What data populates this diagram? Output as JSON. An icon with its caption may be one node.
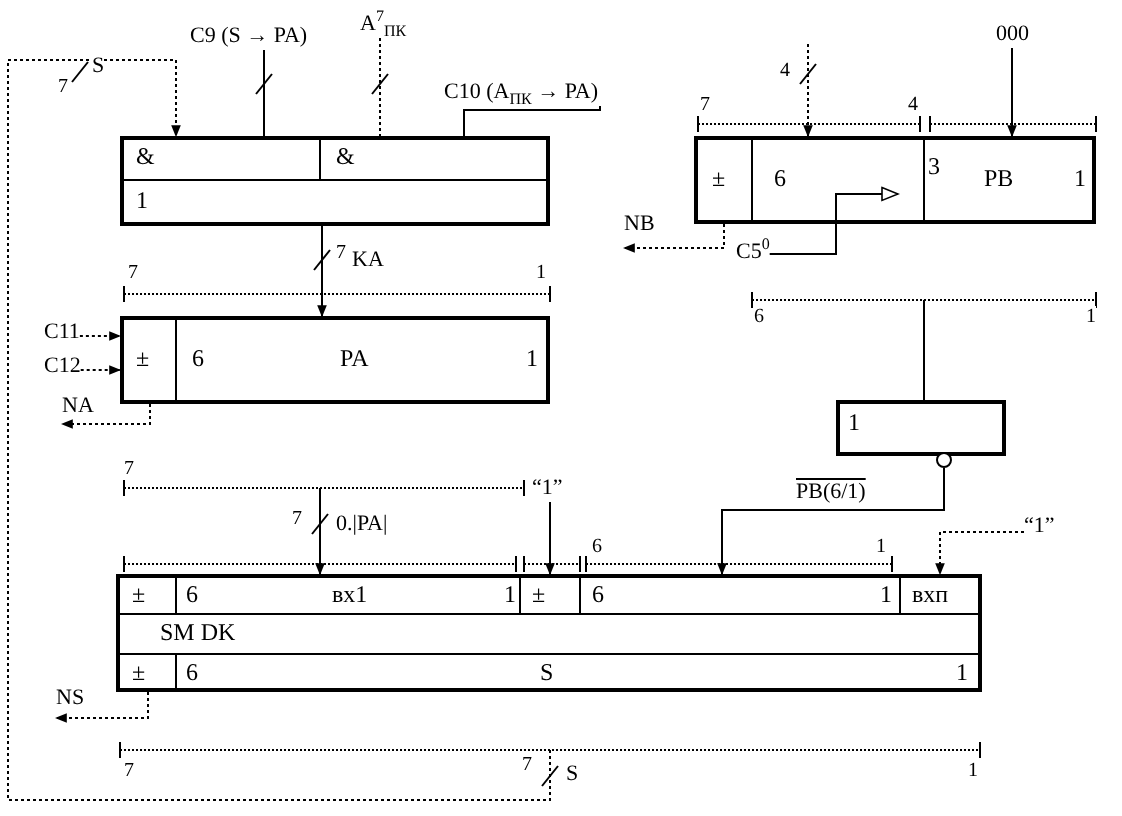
{
  "diagram": {
    "nodes": [
      {
        "text": [
          "&",
          "&",
          "1"
        ]
      },
      {
        "text": [
          "±",
          "6",
          "3",
          "PB",
          "1"
        ]
      },
      {
        "text": [
          "±",
          "6",
          "PA",
          "1"
        ]
      },
      {
        "text": [
          "1"
        ]
      },
      {
        "text": [
          "±",
          "6",
          "вх1",
          "1",
          "±",
          "6",
          "1",
          "вхп",
          "SM DK",
          "±",
          "6",
          "S",
          "1"
        ]
      },
      {
        "text": [
          "C9 (S → PA)"
        ]
      },
      {
        "text": [
          "A$^{7}$$_{ПК}$"
        ]
      },
      {
        "text": [
          "C10 (A$_{ПК}$ → PA)"
        ]
      },
      {
        "text": [
          "000"
        ]
      },
      {
        "text": [
          "C11"
        ]
      },
      {
        "text": [
          "C12"
        ]
      },
      {
        "text": [
          "NA"
        ]
      },
      {
        "text": [
          "NB"
        ]
      },
      {
        "text": [
          "C5$^{0}$"
        ]
      },
      {
        "text": [
          "NS"
        ]
      },
      {
        "text": [
          "“1”"
        ]
      },
      {
        "text": [
          "“1”"
        ]
      }
    ],
    "edges": [
      {
        "from": null,
        "to": 0,
        "arrow": "to",
        "label": "S",
        "style": "dashed"
      },
      {
        "from": 5,
        "to": 0,
        "arrow": "none"
      },
      {
        "from": 6,
        "to": 0,
        "arrow": "none",
        "style": "dashed"
      },
      {
        "from": 7,
        "to": 0,
        "arrow": "none"
      },
      {
        "from": 0,
        "to": 2,
        "arrow": "to",
        "label": "KA"
      },
      {
        "from": null,
        "to": 1,
        "arrow": "to",
        "style": "dashed"
      },
      {
        "from": 8,
        "to": 1,
        "arrow": "to"
      },
      {
        "from": 13,
        "to": 1,
        "arrow": "to"
      },
      {
        "from": null,
        "to": 3,
        "arrow": "none"
      },
      {
        "from": 3,
        "to": 4,
        "arrow": "to",
        "label": "PB(6/1)"
      },
      {
        "from": null,
        "to": 4,
        "arrow": "to",
        "label": "0.|PA|"
      },
      {
        "from": 15,
        "to": 4,
        "arrow": "to"
      },
      {
        "from": 16,
        "to": 4,
        "arrow": "to",
        "style": "dashed"
      },
      {
        "from": 9,
        "to": 2,
        "arrow": "to",
        "style": "dashed"
      },
      {
        "from": 10,
        "to": 2,
        "arrow": "to",
        "style": "dashed"
      },
      {
        "from": 2,
        "to": 11,
        "arrow": "to",
        "style": "dashed"
      },
      {
        "from": 1,
        "to": 12,
        "arrow": "to",
        "style": "dashed"
      },
      {
        "from": 4,
        "to": 14,
        "arrow": "to",
        "style": "dashed"
      }
    ],
    "labels": [
      "7",
      "S",
      "4",
      "7",
      "4",
      "7",
      "1",
      "7",
      "6",
      "1",
      "7",
      "7",
      "6",
      "1",
      "7",
      "7",
      "1"
    ]
  }
}
